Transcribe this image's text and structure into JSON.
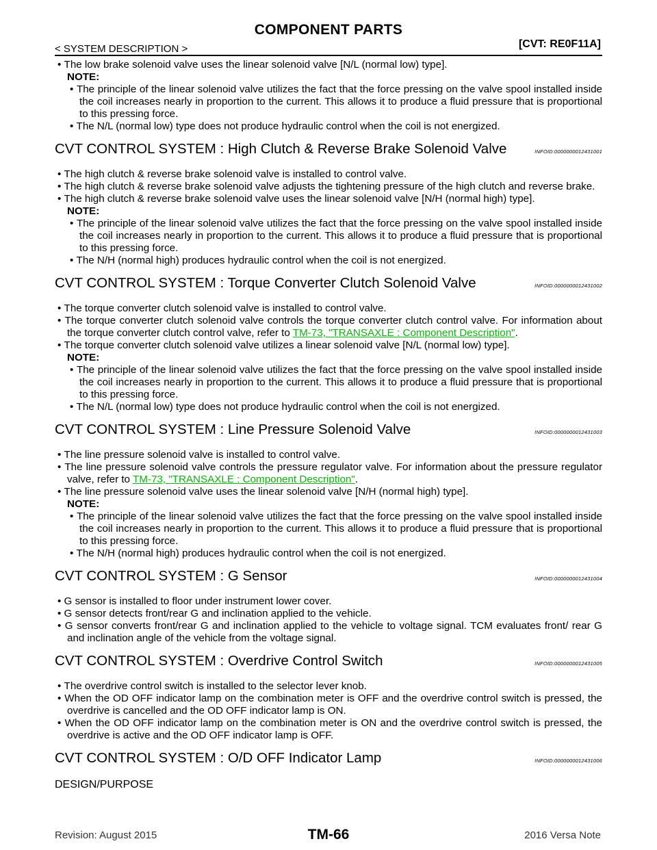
{
  "header": {
    "title": "COMPONENT PARTS",
    "breadcrumb": "< SYSTEM DESCRIPTION >",
    "model_code": "[CVT: RE0F11A]"
  },
  "blocks": [
    {
      "t": "b1",
      "text": "The low brake solenoid valve uses the linear solenoid valve [N/L (normal low) type]."
    },
    {
      "t": "note",
      "text": "NOTE:"
    },
    {
      "t": "b2",
      "text": "The principle of the linear solenoid valve utilizes the fact that the force pressing on the valve spool installed inside the coil increases nearly in proportion to the current. This allows it to produce a fluid pressure that is proportional to this pressing force."
    },
    {
      "t": "b2",
      "text": "The N/L (normal low) type does not produce hydraulic control when the coil is not energized."
    },
    {
      "t": "sec",
      "title": "CVT CONTROL SYSTEM : High Clutch & Reverse Brake Solenoid Valve",
      "id": "INFOID:0000000012431001"
    },
    {
      "t": "b1",
      "text": "The high clutch & reverse brake solenoid valve is installed to control valve."
    },
    {
      "t": "b1",
      "text": "The high clutch & reverse brake solenoid valve adjusts the tightening pressure of the high clutch and reverse brake."
    },
    {
      "t": "b1",
      "text": "The high clutch & reverse brake solenoid valve uses the linear solenoid valve [N/H (normal high) type]."
    },
    {
      "t": "note",
      "text": "NOTE:"
    },
    {
      "t": "b2",
      "text": "The principle of the linear solenoid valve utilizes the fact that the force pressing on the valve spool installed inside the coil increases nearly in proportion to the current. This allows it to produce a fluid pressure that is proportional to this pressing force."
    },
    {
      "t": "b2",
      "text": "The N/H (normal high) produces hydraulic control when the coil is not energized."
    },
    {
      "t": "sec",
      "title": "CVT CONTROL SYSTEM : Torque Converter Clutch Solenoid Valve",
      "id": "INFOID:0000000012431002"
    },
    {
      "t": "b1",
      "text": "The torque converter clutch solenoid valve is installed to control valve."
    },
    {
      "t": "b1",
      "text": "The torque converter clutch solenoid valve controls the torque converter clutch control valve. For information about the torque converter clutch control valve, refer to ",
      "link": "TM-73, \"TRANSAXLE : Component Description\"",
      "after": "."
    },
    {
      "t": "b1",
      "text": "The torque converter clutch solenoid valve utilizes a linear solenoid valve [N/L (normal low) type]."
    },
    {
      "t": "note",
      "text": "NOTE:"
    },
    {
      "t": "b2",
      "text": "The principle of the linear solenoid valve utilizes the fact that the force pressing on the valve spool installed inside the coil increases nearly in proportion to the current. This allows it to produce a fluid pressure that is proportional to this pressing force."
    },
    {
      "t": "b2",
      "text": "The N/L (normal low) type does not produce hydraulic control when the coil is not energized."
    },
    {
      "t": "sec",
      "title": "CVT CONTROL SYSTEM : Line Pressure Solenoid Valve",
      "id": "INFOID:0000000012431003"
    },
    {
      "t": "b1",
      "text": "The line pressure solenoid valve is installed to control valve."
    },
    {
      "t": "b1",
      "text": "The line pressure solenoid valve controls the pressure regulator valve. For information about the pressure regulator valve, refer to ",
      "link": "TM-73, \"TRANSAXLE : Component Description\"",
      "after": "."
    },
    {
      "t": "b1",
      "text": "The line pressure solenoid valve uses the linear solenoid valve [N/H (normal high) type]."
    },
    {
      "t": "note",
      "text": "NOTE:"
    },
    {
      "t": "b2",
      "text": "The principle of the linear solenoid valve utilizes the fact that the force pressing on the valve spool installed inside the coil increases nearly in proportion to the current. This allows it to produce a fluid pressure that is proportional to this pressing force."
    },
    {
      "t": "b2",
      "text": "The N/H (normal high) produces hydraulic control when the coil is not energized."
    },
    {
      "t": "sec",
      "title": "CVT CONTROL SYSTEM : G Sensor",
      "id": "INFOID:0000000012431004"
    },
    {
      "t": "b1",
      "text": "G sensor is installed to floor under instrument lower cover."
    },
    {
      "t": "b1",
      "text": "G sensor detects front/rear G and inclination applied to the vehicle."
    },
    {
      "t": "b1",
      "text": "G sensor converts front/rear G and inclination applied to the vehicle to voltage signal. TCM evaluates front/ rear G and inclination angle of the vehicle from the voltage signal."
    },
    {
      "t": "sec",
      "title": "CVT CONTROL SYSTEM : Overdrive Control Switch",
      "id": "INFOID:0000000012431005"
    },
    {
      "t": "b1",
      "text": "The overdrive control switch is installed to the selector lever knob."
    },
    {
      "t": "b1",
      "text": "When the OD OFF indicator lamp on the combination meter is OFF and the overdrive control switch is pressed, the overdrive is cancelled and the OD OFF indicator lamp is ON."
    },
    {
      "t": "b1",
      "text": "When the OD OFF indicator lamp on the combination meter is ON and the overdrive control switch is pressed, the overdrive is active and the OD OFF indicator lamp is OFF."
    },
    {
      "t": "sec",
      "title": "CVT CONTROL SYSTEM : O/D OFF Indicator Lamp",
      "id": "INFOID:0000000012431006"
    },
    {
      "t": "plain",
      "text": "DESIGN/PURPOSE"
    }
  ],
  "footer": {
    "revision": "Revision: August 2015",
    "page": "TM-66",
    "model": "2016 Versa Note"
  }
}
